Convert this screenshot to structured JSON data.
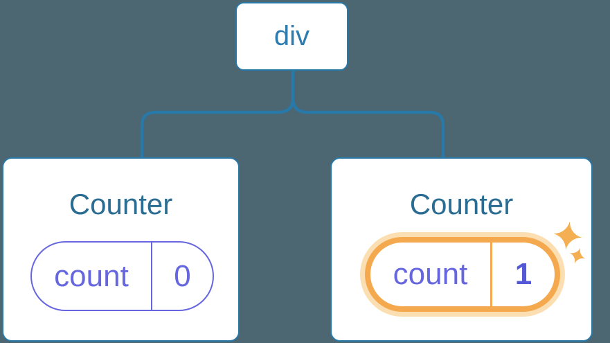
{
  "tree": {
    "root": {
      "label": "div"
    },
    "children": [
      {
        "title": "Counter",
        "state": {
          "key": "count",
          "value": "0"
        },
        "highlighted": false
      },
      {
        "title": "Counter",
        "state": {
          "key": "count",
          "value": "1"
        },
        "highlighted": true
      }
    ]
  },
  "icons": {
    "highlight_sparkles": "sparkle-icon"
  },
  "colors": {
    "background": "#4C6672",
    "card_background": "#FFFFFF",
    "node_border_blue": "#2878A8",
    "connector_blue": "#2878A8",
    "root_label_blue": "#2E7BAD",
    "card_title_blue": "#2B6D92",
    "state_purple": "#6666DF",
    "state_value_bold_purple": "#5558D6",
    "highlight_orange": "#F5A94F",
    "highlight_glow": "#FBDFB2",
    "sparkle_orange": "#F3AF52"
  }
}
